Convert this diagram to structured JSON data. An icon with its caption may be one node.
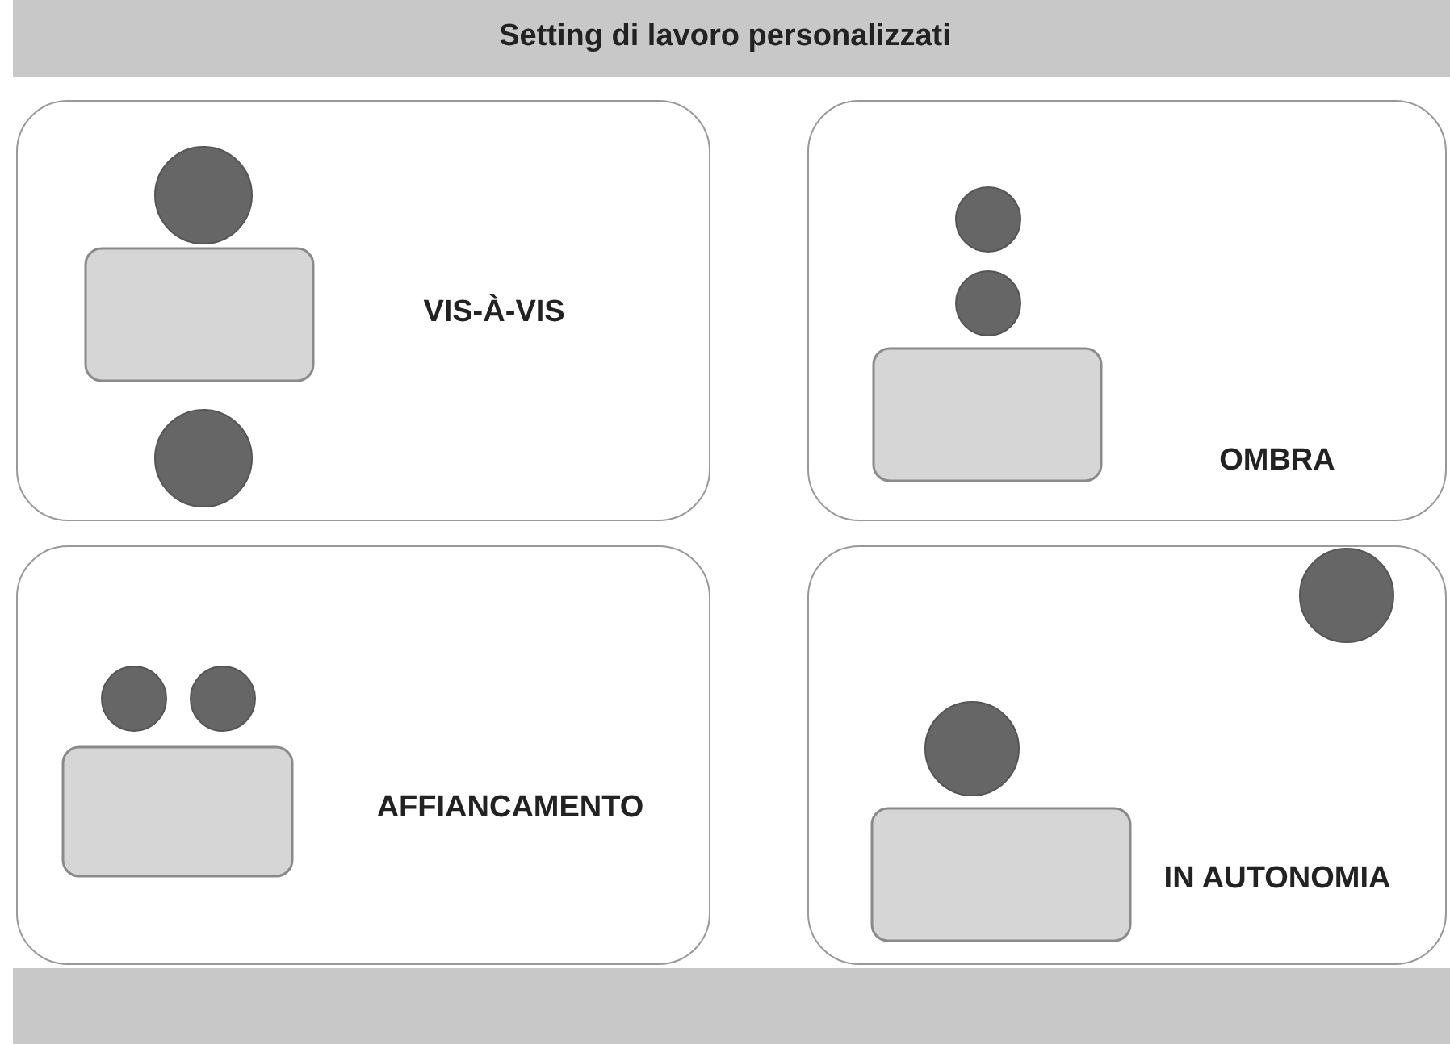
{
  "diagram": {
    "title": "Setting di lavoro personalizzati",
    "nodes": [
      {
        "text": [
          "VIS-À-VIS"
        ]
      },
      {
        "text": [
          "OMBRA"
        ]
      },
      {
        "text": [
          "AFFIANCAMENTO"
        ]
      },
      {
        "text": [
          "IN AUTONOMIA"
        ]
      }
    ]
  }
}
